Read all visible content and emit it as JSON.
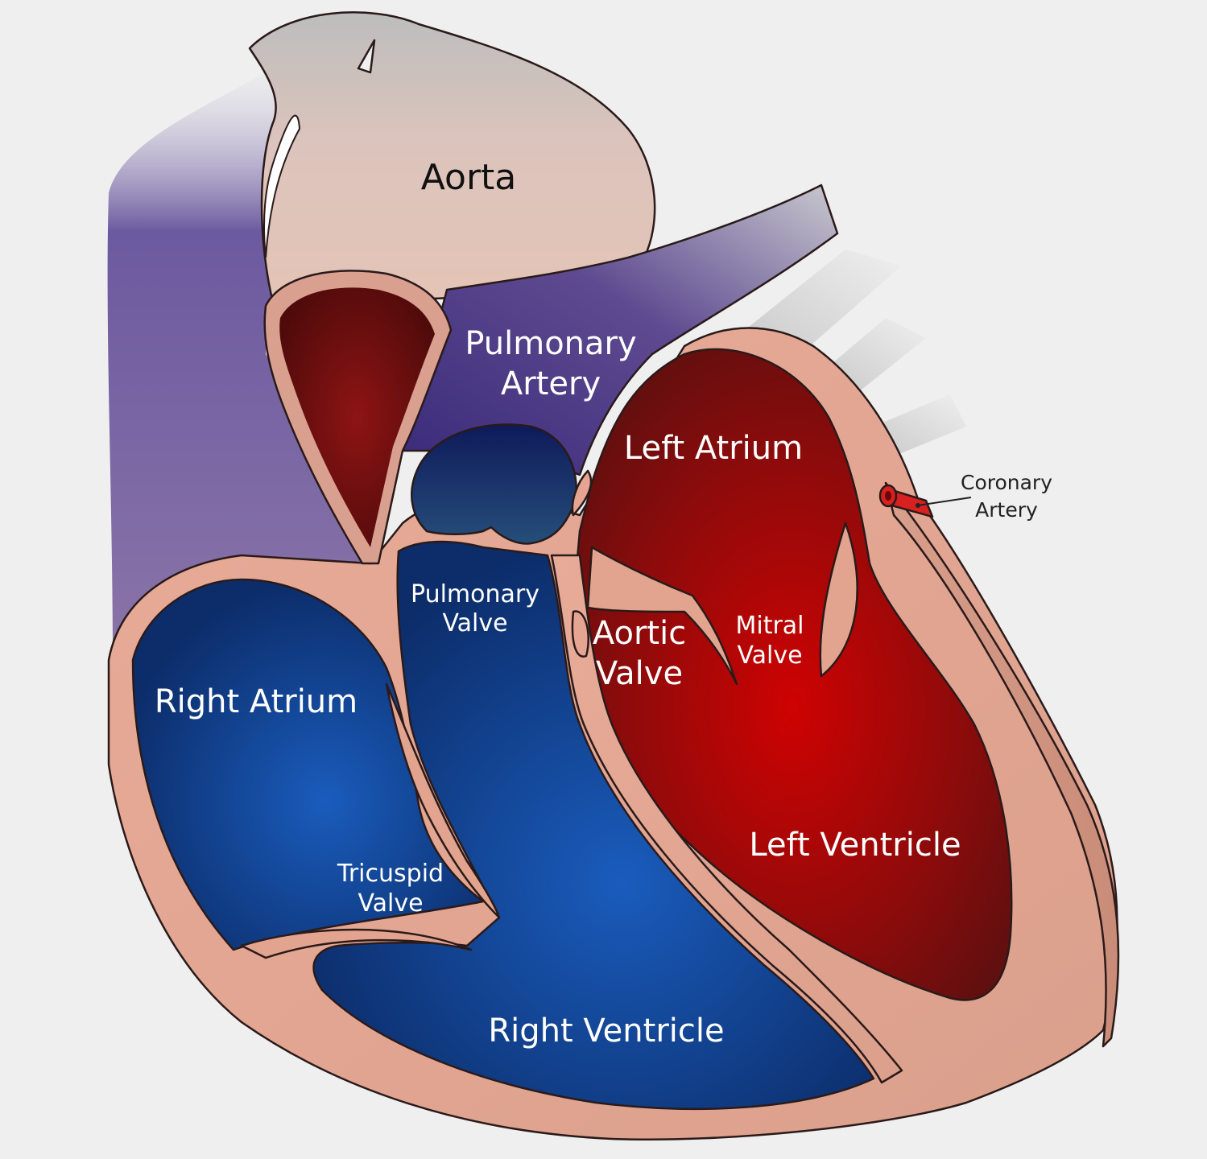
{
  "labels": {
    "aorta": "Aorta",
    "pulmonary_artery_1": "Pulmonary",
    "pulmonary_artery_2": "Artery",
    "left_atrium": "Left Atrium",
    "coronary_artery_1": "Coronary",
    "coronary_artery_2": "Artery",
    "pulmonary_valve_1": "Pulmonary",
    "pulmonary_valve_2": "Valve",
    "aortic_valve_1": "Aortic",
    "aortic_valve_2": "Valve",
    "mitral_valve_1": "Mitral",
    "mitral_valve_2": "Valve",
    "right_atrium": "Right Atrium",
    "left_ventricle": "Left Ventricle",
    "tricuspid_valve_1": "Tricuspid",
    "tricuspid_valve_2": "Valve",
    "right_ventricle": "Right Ventricle"
  },
  "colors": {
    "background": "#efefef",
    "muscle": "#e2a38f",
    "aorta": "#e4c3b8",
    "deoxygenated_blood": "#1a4c9c",
    "oxygenated_blood": "#b00808",
    "vena_cava": "#6d5a9a",
    "pulmonary_artery": "#4e3a8a",
    "coronary_artery": "#d92020"
  }
}
